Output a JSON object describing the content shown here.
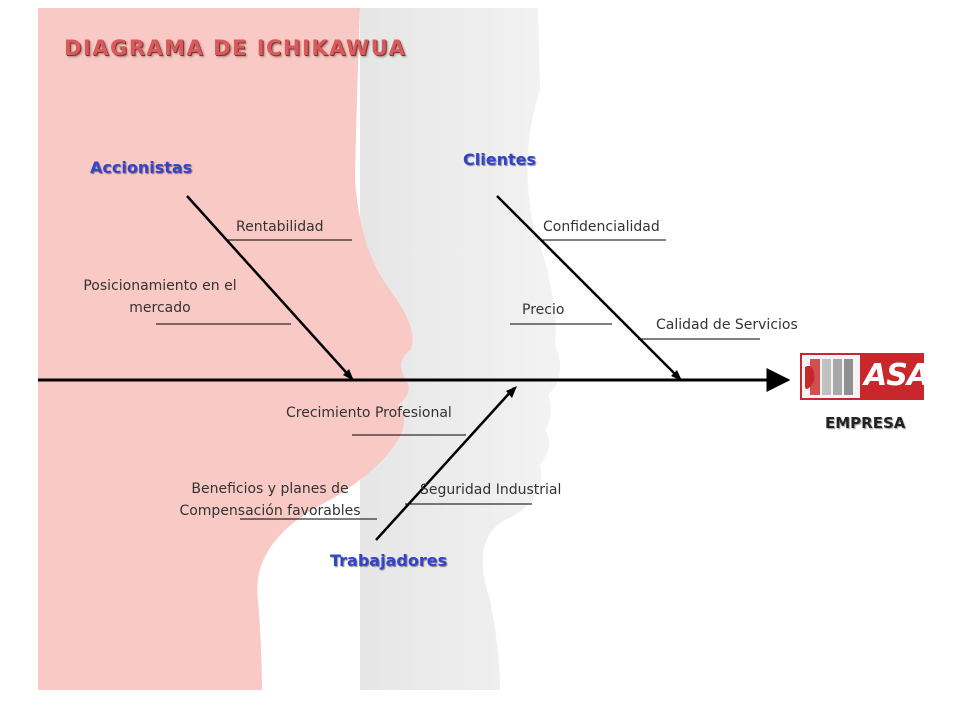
{
  "title": "DIAGRAMA DE ICHIKAWUA",
  "effect": "EMPRESA",
  "logo": {
    "text": "ASAP",
    "color": "#c8282c"
  },
  "categories": {
    "accionistas": {
      "name": "Accionistas",
      "causes": [
        "Rentabilidad",
        "Posicionamiento en el mercado"
      ]
    },
    "clientes": {
      "name": "Clientes",
      "causes": [
        "Confidencialidad",
        "Precio",
        "Calidad de Servicios"
      ]
    },
    "trabajadores": {
      "name": "Trabajadores",
      "causes": [
        "Crecimiento Profesional",
        "Beneficios y planes de Compensación favorables",
        "Seguridad Industrial"
      ]
    }
  },
  "colors": {
    "background_left": "#f9c9c5",
    "background_right": "#ececec",
    "category_text": "#3344cc",
    "title_text": "#d95a5a",
    "lines": "#000000"
  }
}
